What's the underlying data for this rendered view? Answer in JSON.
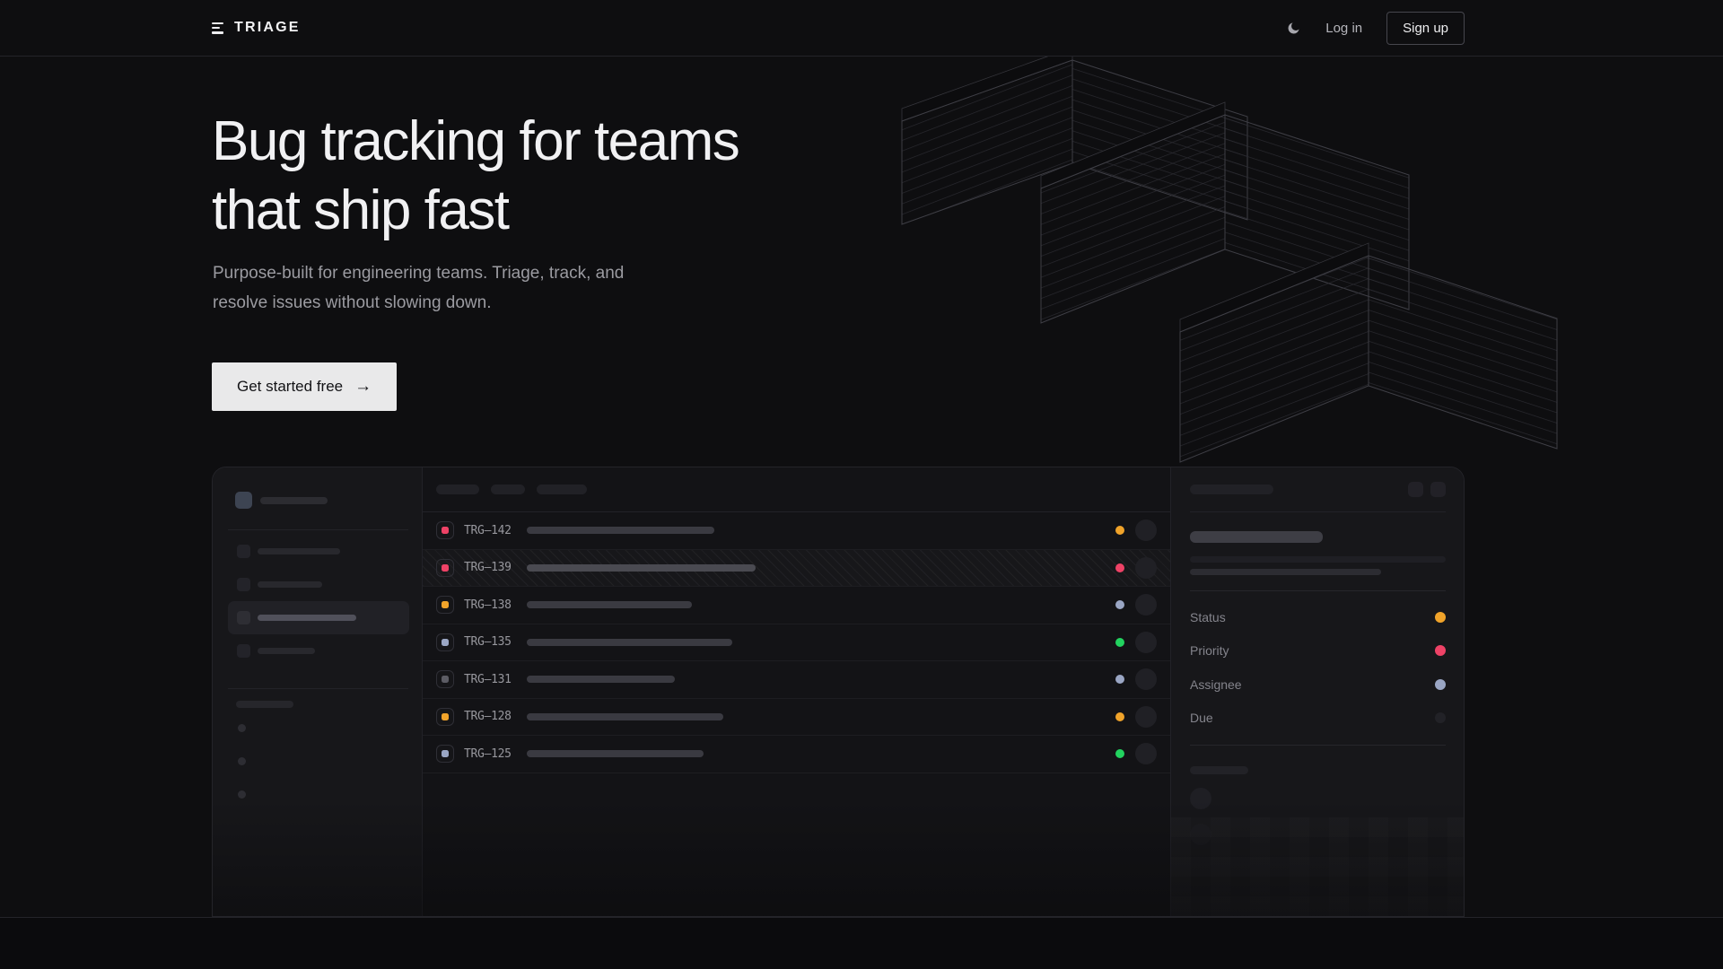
{
  "nav": {
    "brand": "TRIAGE",
    "theme_toggle_icon": "moon-icon",
    "login_label": "Log in",
    "signup_label": "Sign up"
  },
  "hero": {
    "title_line1": "Bug tracking for teams",
    "title_line2": "that ship fast",
    "subtitle": "Purpose-built for engineering teams. Triage, track, and resolve issues without slowing down.",
    "cta_label": "Get started free",
    "cta_arrow": "→"
  },
  "app_preview": {
    "issues": [
      {
        "id": "TRG–142",
        "icon_color": "#ee4266",
        "status_color": "#f0a32a",
        "title_width": 209,
        "selected": false
      },
      {
        "id": "TRG–139",
        "icon_color": "#ee4266",
        "status_color": "#ee4266",
        "title_width": 255,
        "selected": true
      },
      {
        "id": "TRG–138",
        "icon_color": "#f0a32a",
        "status_color": "#9aa6c4",
        "title_width": 184,
        "selected": false
      },
      {
        "id": "TRG–135",
        "icon_color": "#9aa6c4",
        "status_color": "#22d35f",
        "title_width": 229,
        "selected": false
      },
      {
        "id": "TRG–131",
        "icon_color": "#5c5c64",
        "status_color": "#9aa6c4",
        "title_width": 165,
        "selected": false
      },
      {
        "id": "TRG–128",
        "icon_color": "#f0a32a",
        "status_color": "#f0a32a",
        "title_width": 219,
        "selected": false
      },
      {
        "id": "TRG–125",
        "icon_color": "#9aa6c4",
        "status_color": "#22d35f",
        "title_width": 197,
        "selected": false
      }
    ],
    "detail_panel": {
      "fields": [
        {
          "label": "Status",
          "dot_color": "#f0a32a"
        },
        {
          "label": "Priority",
          "dot_color": "#ee4266"
        },
        {
          "label": "Assignee",
          "dot_color": "#9aa6c4"
        },
        {
          "label": "Due",
          "dot_color": "#222227"
        }
      ]
    },
    "status_colors": {
      "amber": "#f0a32a",
      "pink": "#ee4266",
      "green": "#22d35f",
      "blue_gray": "#9aa6c4"
    }
  }
}
